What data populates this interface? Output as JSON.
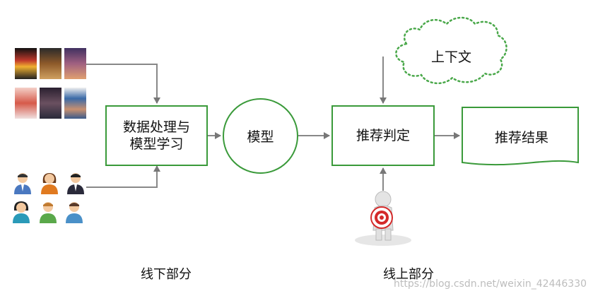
{
  "nodes": {
    "offline_learning": "数据处理与\n模型学习",
    "model": "模型",
    "recommend_decision": "推荐判定",
    "recommend_result": "推荐结果",
    "context": "上下文"
  },
  "labels": {
    "offline": "线下部分",
    "online": "线上部分"
  },
  "movie_posters": [
    {
      "name": "poster-1",
      "color": "#c0392b"
    },
    {
      "name": "poster-2",
      "color": "#8e5a2a"
    },
    {
      "name": "poster-3",
      "color": "#6a4a8a"
    },
    {
      "name": "poster-4",
      "color": "#d65a4a"
    },
    {
      "name": "poster-5",
      "color": "#4a3a5a"
    },
    {
      "name": "poster-6",
      "color": "#3a6aa8"
    }
  ],
  "watermark": "https://blog.csdn.net/weixin_42446330",
  "colors": {
    "node_border": "#3a9a3a",
    "arrow": "#888888",
    "cloud": "#4aa84a"
  }
}
